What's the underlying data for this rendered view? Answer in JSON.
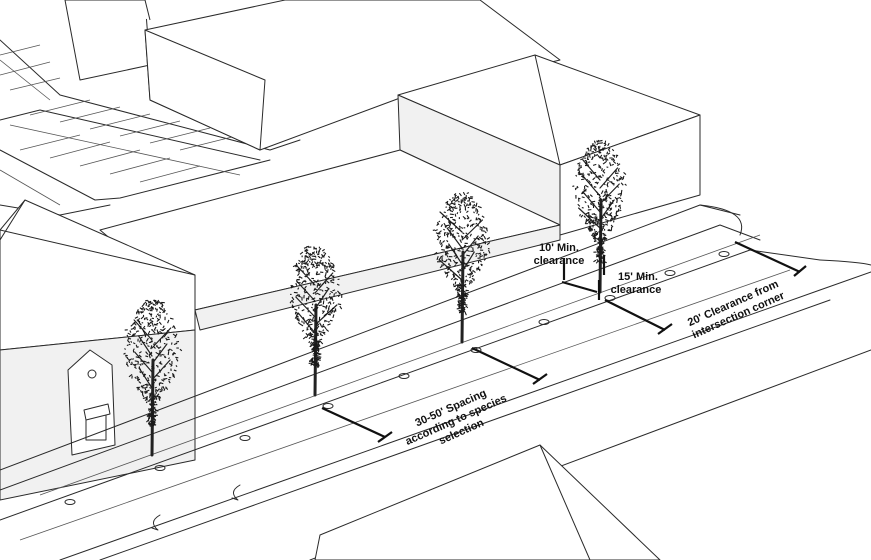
{
  "annotations": {
    "spacing": [
      "30-50' Spacing",
      "according to species",
      "selection"
    ],
    "clearance_10": [
      "10' Min.",
      "clearance"
    ],
    "clearance_15": [
      "15' Min.",
      "clearance"
    ],
    "clearance_20": [
      "20' Clearance from",
      "intersection corner"
    ]
  },
  "trees": [
    {
      "name": "tree-1"
    },
    {
      "name": "tree-2"
    },
    {
      "name": "tree-3"
    },
    {
      "name": "tree-4"
    }
  ],
  "colors": {
    "ink": "#111111",
    "background": "#ffffff",
    "lines": "#2a2a2a"
  }
}
